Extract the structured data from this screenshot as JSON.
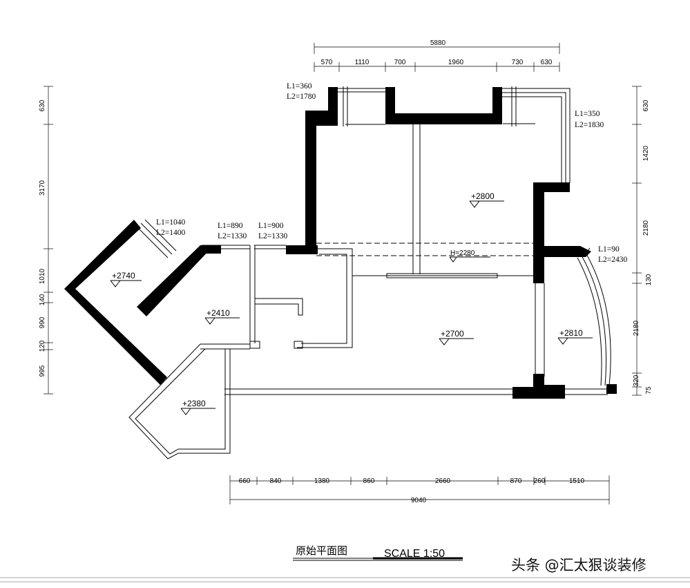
{
  "top_dims": {
    "total": "5880",
    "segments": [
      "570",
      "1110",
      "700",
      "1960",
      "730",
      "630"
    ]
  },
  "bottom_dims": {
    "total": "9040",
    "segments": [
      "660",
      "840",
      "1380",
      "860",
      "2660",
      "870",
      "260",
      "1510"
    ]
  },
  "left_dims": [
    "630",
    "3170",
    "1010",
    "140",
    "990",
    "120",
    "995"
  ],
  "right_dims": [
    "630",
    "1420",
    "2180",
    "130",
    "2180",
    "320",
    "75"
  ],
  "levels": [
    "+2800",
    "+2740",
    "+2410",
    "+2700",
    "+2810",
    "+2380"
  ],
  "beam_label": "H=2280",
  "window_labels": {
    "w1_l1": "L1=360",
    "w1_l2": "L2=1780",
    "w2_l1": "L1=350",
    "w2_l2": "L2=1830",
    "w3_l1": "L1=1040",
    "w3_l2": "L2=1400",
    "w4_l1": "L1=890",
    "w4_l2": "L2=1330",
    "w5_l1": "L1=900",
    "w5_l2": "L2=1330",
    "w6_l1": "L1=90",
    "w6_l2": "L2=2430"
  },
  "footer": {
    "title": "原始平面图",
    "scale": "SCALE   1:50",
    "watermark": "头条 @汇太狠谈装修"
  }
}
